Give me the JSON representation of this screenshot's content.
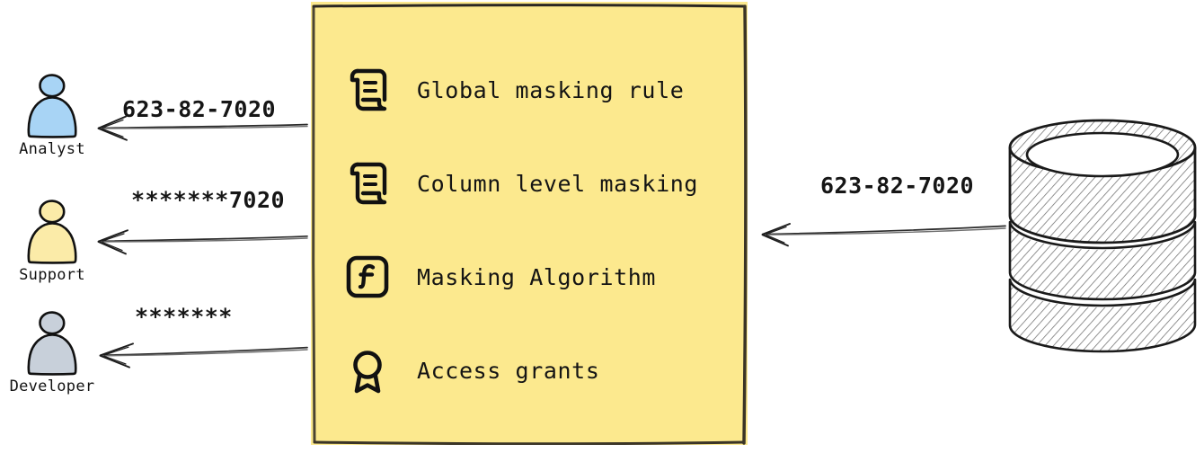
{
  "diagram": {
    "type": "data-masking-flow",
    "background": "#ffffff",
    "panel_color": "#fce98e",
    "actors": [
      {
        "id": "analyst",
        "label": "Analyst",
        "color": "#a8d4f5",
        "icon": "person-icon",
        "received_value": "623-82-7020"
      },
      {
        "id": "support",
        "label": "Support",
        "color": "#fbeba8",
        "icon": "person-icon",
        "received_value": "*******7020"
      },
      {
        "id": "developer",
        "label": "Developer",
        "color": "#c8d0da",
        "icon": "person-icon",
        "received_value": "*******"
      }
    ],
    "policies": [
      {
        "icon": "scroll-icon",
        "label": "Global masking rule"
      },
      {
        "icon": "scroll-icon",
        "label": "Column level masking"
      },
      {
        "icon": "function-icon",
        "label": "Masking Algorithm"
      },
      {
        "icon": "award-icon",
        "label": "Access grants"
      }
    ],
    "source": {
      "icon": "database-icon",
      "emitted_value": "623-82-7020"
    }
  }
}
